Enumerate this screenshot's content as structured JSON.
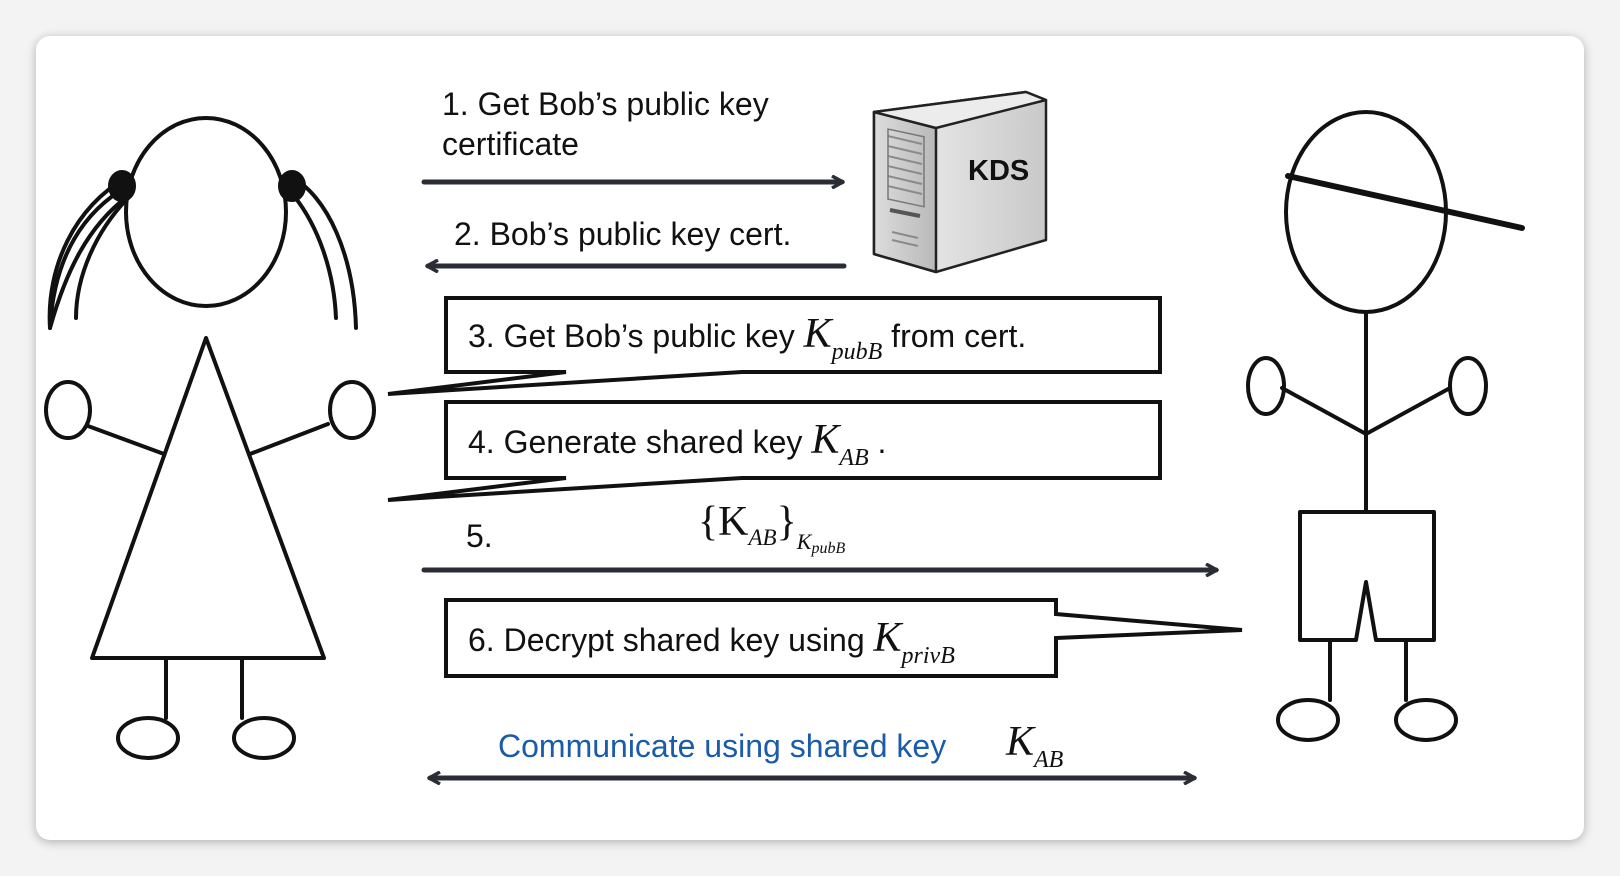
{
  "steps": {
    "s1_line1": "1. Get Bob’s public key",
    "s1_line2": "certificate",
    "s2": "2. Bob’s public key cert.",
    "s3_pre": "3. Get Bob’s public key",
    "s3_post": "from cert.",
    "s4_pre": "4. Generate shared key",
    "s4_post": ".",
    "s5": "5.",
    "s6_pre": "6. Decrypt shared key using",
    "communicate": "Communicate using shared key"
  },
  "math": {
    "K": "K",
    "pubB": "pubB",
    "AB": "AB",
    "privB": "privB",
    "brace_open": "{K",
    "brace_close": "}",
    "sub_K": "K"
  },
  "kds_label": "KDS",
  "colors": {
    "arrow": "#2a2d35",
    "box_border": "#111111",
    "communicate_text": "#1a5ca8",
    "server_body": "#e2e2e2"
  }
}
